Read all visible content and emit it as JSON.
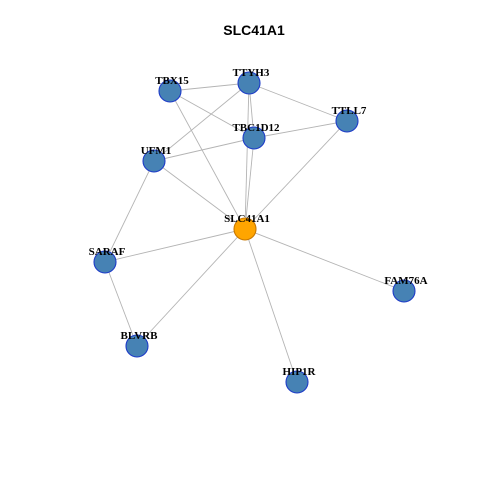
{
  "title": "SLC41A1",
  "colors": {
    "node_fill": "#4682B4",
    "node_border": "#1E3CC8",
    "hub_fill": "#FFA500",
    "hub_border": "#C87800",
    "edge": "#B4B4B4",
    "background": "#FFFFFF"
  },
  "graph": {
    "nodes": [
      {
        "id": "TBX15",
        "label": "TBX15",
        "hub": false
      },
      {
        "id": "TTYH3",
        "label": "TTYH3",
        "hub": false
      },
      {
        "id": "TTLL7",
        "label": "TTLL7",
        "hub": false
      },
      {
        "id": "TBC1D12",
        "label": "TBC1D12",
        "hub": false
      },
      {
        "id": "UFM1",
        "label": "UFM1",
        "hub": false
      },
      {
        "id": "SLC41A1",
        "label": "SLC41A1",
        "hub": true
      },
      {
        "id": "SARAF",
        "label": "SARAF",
        "hub": false
      },
      {
        "id": "FAM76A",
        "label": "FAM76A",
        "hub": false
      },
      {
        "id": "BLVRB",
        "label": "BLVRB",
        "hub": false
      },
      {
        "id": "HIP1R",
        "label": "HIP1R",
        "hub": false
      }
    ],
    "edges": [
      [
        "TBX15",
        "TTYH3"
      ],
      [
        "TBX15",
        "TBC1D12"
      ],
      [
        "TBX15",
        "SLC41A1"
      ],
      [
        "TTYH3",
        "UFM1"
      ],
      [
        "TTYH3",
        "TBC1D12"
      ],
      [
        "TTYH3",
        "TTLL7"
      ],
      [
        "TTYH3",
        "SLC41A1"
      ],
      [
        "TBC1D12",
        "TTLL7"
      ],
      [
        "TBC1D12",
        "UFM1"
      ],
      [
        "TBC1D12",
        "SLC41A1"
      ],
      [
        "TTLL7",
        "SLC41A1"
      ],
      [
        "UFM1",
        "SLC41A1"
      ],
      [
        "UFM1",
        "SARAF"
      ],
      [
        "SLC41A1",
        "SARAF"
      ],
      [
        "SLC41A1",
        "BLVRB"
      ],
      [
        "SLC41A1",
        "FAM76A"
      ],
      [
        "SLC41A1",
        "HIP1R"
      ],
      [
        "SARAF",
        "BLVRB"
      ]
    ]
  }
}
